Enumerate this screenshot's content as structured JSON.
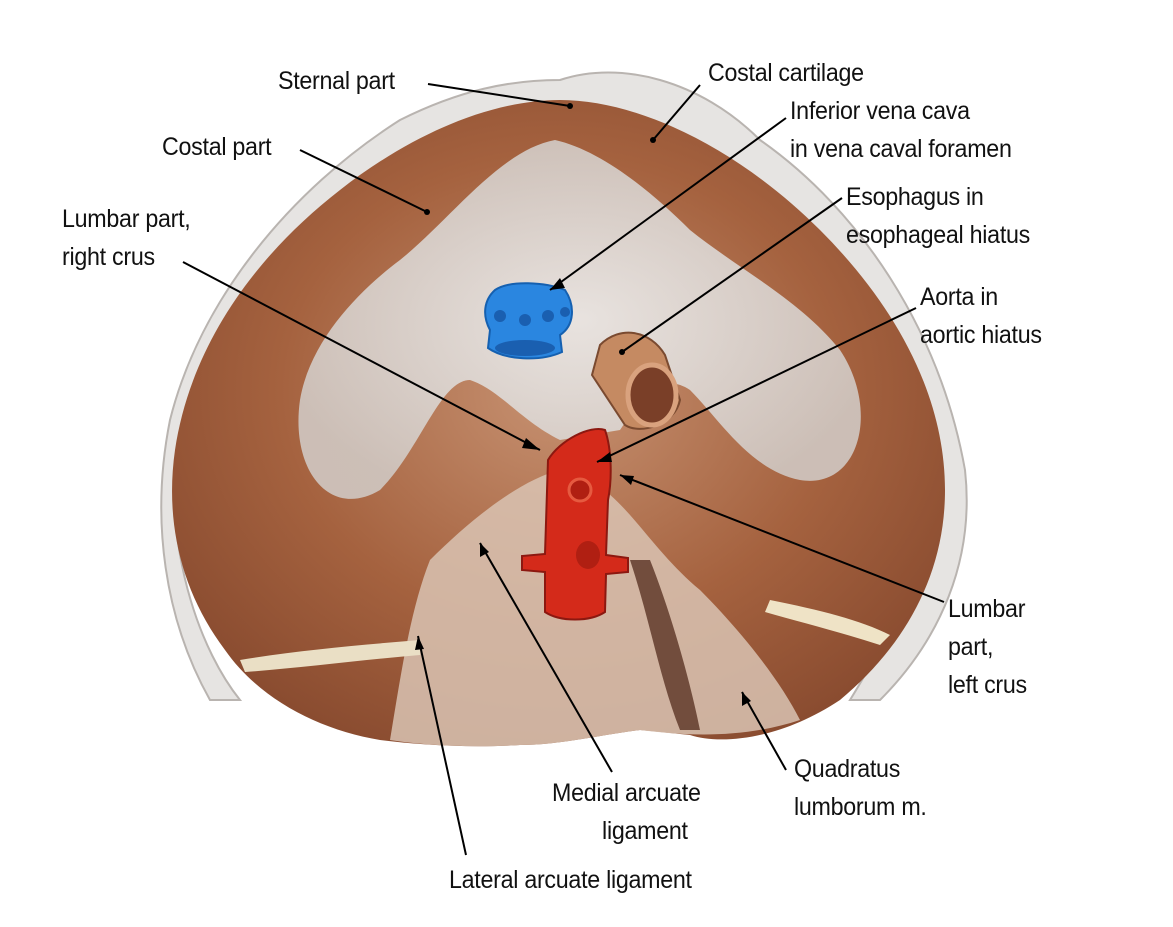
{
  "title": "Diaphragm, inferior view",
  "labels": {
    "sternal_part": [
      "Sternal part"
    ],
    "costal_cartilage": [
      "Costal cartilage"
    ],
    "ivc": [
      "Inferior vena cava",
      "in vena caval foramen"
    ],
    "costal_part": [
      "Costal part"
    ],
    "esophagus": [
      "Esophagus in",
      "esophageal hiatus"
    ],
    "right_crus": [
      "Lumbar part,",
      "right crus"
    ],
    "aorta": [
      "Aorta in",
      "aortic hiatus"
    ],
    "left_crus": [
      "Lumbar",
      "part,",
      "left crus"
    ],
    "quadratus": [
      "Quadratus",
      "lumborum m."
    ],
    "medial_arcuate": [
      "Medial arcuate",
      "ligament"
    ],
    "lateral_arcuate": [
      "Lateral arcuate ligament"
    ]
  },
  "colors": {
    "muscle": "#9c5a3c",
    "tendon": "#d9d6d3",
    "ivc": "#2a86e0",
    "aorta": "#d42a1a",
    "esophagus": "#c58a62",
    "cartilage": "#e3e1df"
  }
}
